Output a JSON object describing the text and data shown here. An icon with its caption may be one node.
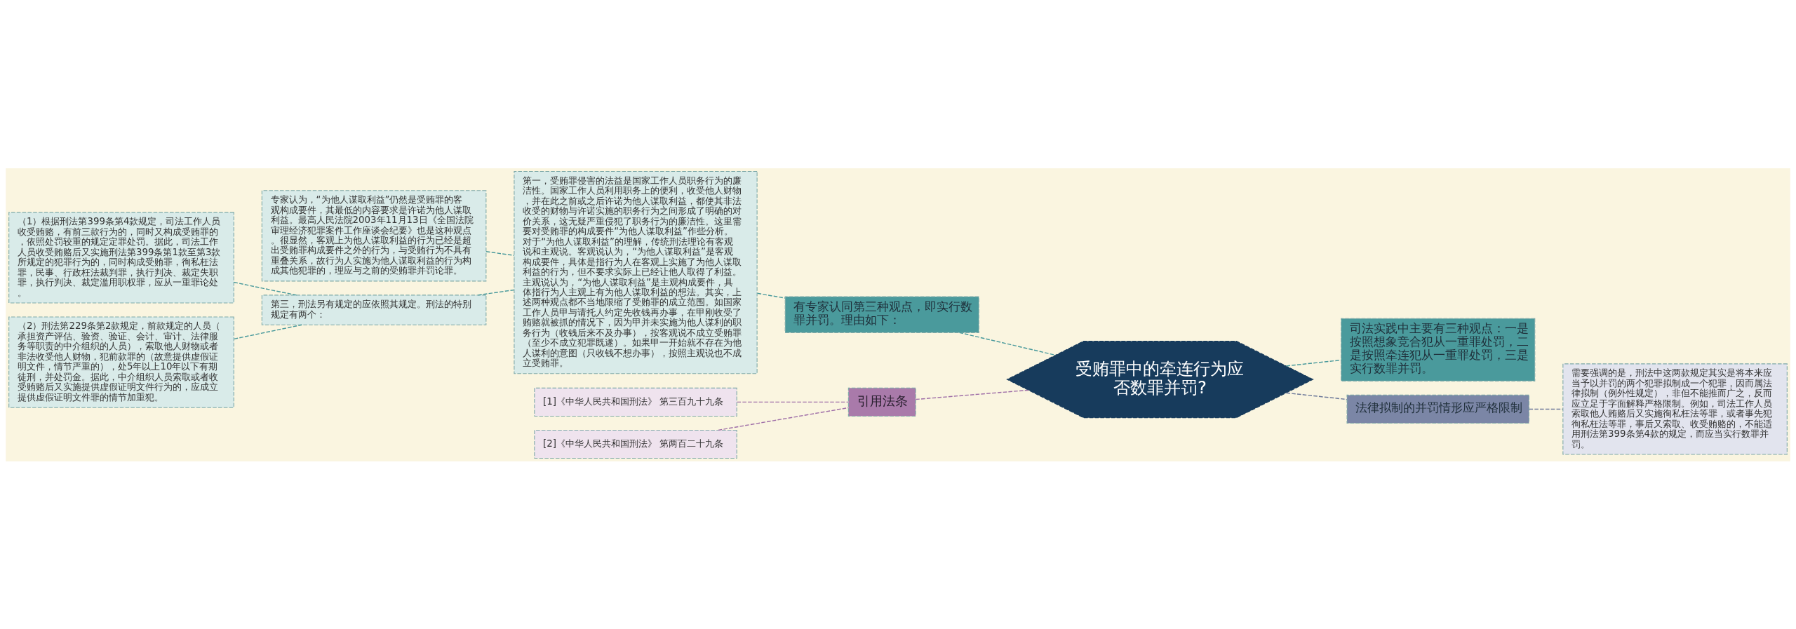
{
  "diagram": {
    "nodes": [
      {
        "text": [
          "受贿罪中的牵连行为应否数罪并罚?"
        ]
      },
      {
        "text": [
          "有专家认同第三种观点，即实行数罪并罚。理由如下："
        ]
      },
      {
        "text": [
          "第一，受贿罪侵害的法益是国家工作人员职务行为的廉洁性。国家工作人员利用职务上的便利，收受他人财物，并在此之前或之后许诺为他人谋取利益，都使其非法收受的财物与许诺实施的职务行为之间形成了明确的对价关系，这无疑严重侵犯了职务行为的廉洁性。这里需要对受贿罪的构成要件“为他人谋取利益”作些分析。对于“为他人谋取利益”的理解，传统刑法理论有客观说和主观说。客观说认为，“为他人谋取利益”是客观构成要件，具体是指行为人在客观上实施了为他人谋取利益的行为，但不要求实际上已经让他人取得了利益。主观说认为，“为他人谋取利益”是主观构成要件，具体指行为人主观上有为他人谋取利益的想法。其实，上述两种观点都不当地限缩了受贿罪的成立范围。如国家工作人员甲与请托人约定先收钱再办事，在甲刚收受了贿赂就被抓的情况下，因为甲并未实施为他人谋利的职务行为（收钱后来不及办事），按客观说不成立受贿罪（至少不成立犯罪既遂）。如果甲一开始就不存在为他人谋利的意图（只收钱不想办事），按照主观说也不成立受贿罪。"
        ]
      },
      {
        "text": [
          "专家认为，“为他人谋取利益”仍然是受贿罪的客观构成要件，其最低的内容要求是许诺为他人谋取利益。最高人民法院2003年11月13日《全国法院审理经济犯罪案件工作座谈会纪要》也是这种观点。很显然，客观上为他人谋取利益的行为已经是超出受贿罪构成要件之外的行为，与受贿行为不具有重叠关系，故行为人实施为他人谋取利益的行为构成其他犯罪的，理应与之前的受贿罪并罚论罪。"
        ]
      },
      {
        "text": [
          "第三，刑法另有规定的应依照其规定。刑法的特别规定有两个："
        ]
      },
      {
        "text": [
          "（1）根据刑法第399条第4款规定，司法工作人员收受贿赂，有前三款行为的，同时又构成受贿罪的，依照处罚较重的规定定罪处罚。据此，司法工作人员收受贿赂后又实施刑法第399条第1款至第3款所规定的犯罪行为的，同时构成受贿罪，徇私枉法罪，民事、行政枉法裁判罪，执行判决、裁定失职罪，执行判决、裁定滥用职权罪，应从一重罪论处。"
        ]
      },
      {
        "text": [
          "（2）刑法第229条第2款规定，前款规定的人员（承担资产评估、验资、验证、会计、审计、法律服务等职责的中介组织的人员），索取他人财物或者非法收受他人财物，犯前款罪的（故意提供虚假证明文件，情节严重的），处5年以上10年以下有期徒刑，并处罚金。据此，中介组织人员索取或者收受贿赂后又实施提供虚假证明文件行为的，应成立提供虚假证明文件罪的情节加重犯。"
        ]
      },
      {
        "text": [
          "司法实践中主要有三种观点：一是按照想象竞合犯从一重罪处罚，二是按照牵连犯从一重罪处罚，三是实行数罪并罚。"
        ]
      },
      {
        "text": [
          "法律拟制的并罚情形应严格限制"
        ]
      },
      {
        "text": [
          "需要强调的是，刑法中这两款规定其实是将本来应当予以并罚的两个犯罪拟制成一个犯罪，因而属法律拟制（例外性规定），非但不能推而广之，反而应立足于字面解释严格限制。例如，司法工作人员索取他人贿赂后又实施徇私枉法等罪，或者事先犯徇私枉法等罪，事后又索取、收受贿赂的，不能适用刑法第399条第4款的规定，而应当实行数罪并罚。"
        ]
      },
      {
        "text": [
          "引用法条"
        ]
      },
      {
        "text": [
          "[1]《中华人民共和国刑法》 第三百九十九条"
        ]
      },
      {
        "text": [
          "[2]《中华人民共和国刑法》 第两百二十九条"
        ]
      }
    ],
    "edges": [
      {
        "from": 0,
        "to": 1,
        "arrow": "none",
        "style": "dashed"
      },
      {
        "from": 1,
        "to": 2,
        "arrow": "none",
        "style": "dashed"
      },
      {
        "from": 2,
        "to": 3,
        "arrow": "none",
        "style": "dashed"
      },
      {
        "from": 2,
        "to": 4,
        "arrow": "none",
        "style": "dashed"
      },
      {
        "from": 4,
        "to": 5,
        "arrow": "none",
        "style": "dashed"
      },
      {
        "from": 4,
        "to": 6,
        "arrow": "none",
        "style": "dashed"
      },
      {
        "from": 0,
        "to": 7,
        "arrow": "none",
        "style": "dashed"
      },
      {
        "from": 0,
        "to": 8,
        "arrow": "none",
        "style": "dashed",
        "color": "#6e7a9a"
      },
      {
        "from": 8,
        "to": 9,
        "arrow": "none",
        "style": "dashed",
        "color": "#6e7a9a"
      },
      {
        "from": 0,
        "to": 10,
        "arrow": "none",
        "style": "dashed",
        "color": "#a070a8"
      },
      {
        "from": 10,
        "to": 11,
        "arrow": "none",
        "style": "dashed",
        "color": "#a070a8"
      },
      {
        "from": 10,
        "to": 12,
        "arrow": "none",
        "style": "dashed",
        "color": "#a070a8"
      }
    ]
  }
}
